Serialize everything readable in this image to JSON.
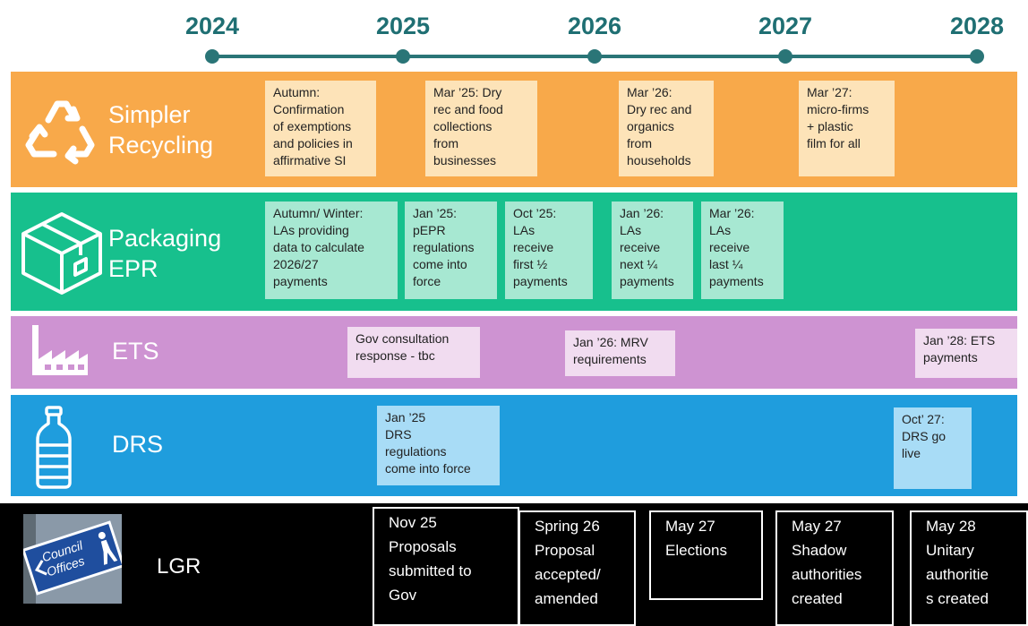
{
  "years": [
    "2024",
    "2025",
    "2026",
    "2027",
    "2028"
  ],
  "colors": {
    "axis": "#2a7577",
    "simpler_recycling": "#f8a94a",
    "packaging_epr": "#17c08d",
    "ets": "#ce93d2",
    "drs": "#1f9ddd",
    "lgr": "#000000"
  },
  "bands": {
    "simpler_recycling": {
      "label_line1": "Simpler",
      "label_line2": "Recycling",
      "icon": "recycle-icon",
      "events": [
        "Autumn:\nConfirmation\nof exemptions\nand policies in\naffirmative SI",
        "Mar ’25: Dry\nrec and food\ncollections\nfrom\nbusinesses",
        "Mar ’26:\nDry rec and\norganics\nfrom\nhouseholds",
        "Mar ’27:\nmicro-firms\n+ plastic\nfilm for all"
      ]
    },
    "packaging_epr": {
      "label_line1": "Packaging",
      "label_line2": "EPR",
      "icon": "box-icon",
      "events": [
        "Autumn/ Winter:\nLAs providing\ndata to calculate\n2026/27\npayments",
        "Jan ’25:\npEPR\nregulations\ncome into\nforce",
        "Oct ’25:\nLAs\nreceive\nfirst ½\npayments",
        "Jan ’26:\nLAs\nreceive\nnext ¼\npayments",
        "Mar ’26:\nLAs\nreceive\nlast ¼\npayments"
      ]
    },
    "ets": {
      "label": "ETS",
      "icon": "factory-icon",
      "events": [
        "Gov consultation\nresponse - tbc",
        "Jan ’26: MRV\nrequirements",
        "Jan ’28: ETS\npayments"
      ]
    },
    "drs": {
      "label": "DRS",
      "icon": "bottle-icon",
      "events": [
        "Jan ’25\nDRS\nregulations\ncome into force",
        "Oct’ 27:\nDRS go\nlive"
      ]
    },
    "lgr": {
      "label": "LGR",
      "sign_text": "Council Offices",
      "events": [
        "Nov 25\nProposals\nsubmitted to\nGov",
        "Spring 26\nProposal\naccepted/\namended",
        "May 27\nElections",
        "May 27\nShadow\nauthorities\ncreated",
        "May 28\nUnitary\nauthoritie\ns created"
      ]
    }
  }
}
